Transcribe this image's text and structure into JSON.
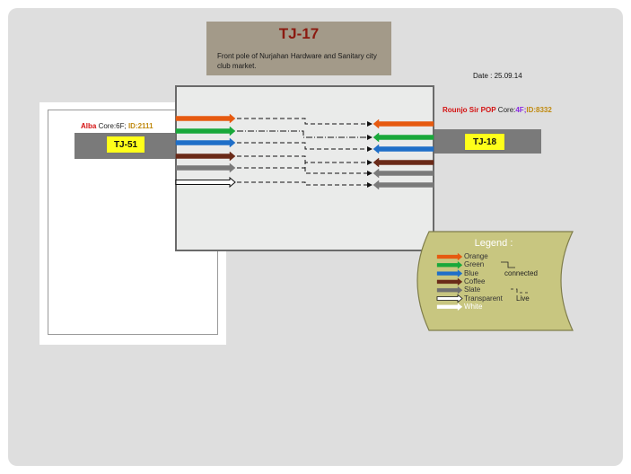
{
  "title": "TJ-17",
  "location": "Front pole of Nurjahan Hardware and Sanitary city club market.",
  "date_text": "Date : 25.09.14",
  "left_joint": {
    "tag": "TJ-51",
    "name": "Alba",
    "core": "Core:6F;",
    "id": "ID:2111",
    "name_color": "#d41010",
    "id_color": "#c08a10"
  },
  "right_joint": {
    "tag": "TJ-18",
    "name": "Rounjo Sir POP",
    "core": "Core:",
    "core_count": "4F;",
    "id": "ID:8332",
    "name_color": "#d41010",
    "core_color": "#8a2be2",
    "id_color": "#c08a10"
  },
  "legend": {
    "title": "Legend :",
    "items": [
      {
        "label": "Orange",
        "color": "#e65a10"
      },
      {
        "label": "Green",
        "color": "#19a83a"
      },
      {
        "label": "Blue",
        "color": "#1f6fc8"
      },
      {
        "label": "Coffee",
        "color": "#6a2a18"
      },
      {
        "label": "Slate",
        "color": "#707070"
      },
      {
        "label": "Transparent",
        "color": "#ffffff"
      },
      {
        "label": "White",
        "color": "#ffffff"
      }
    ],
    "connected_label": "connected",
    "live_label": "Live"
  },
  "left_cores": [
    {
      "color": "#e65a10",
      "outline": false
    },
    {
      "color": "#19a83a",
      "outline": false
    },
    {
      "color": "#1f6fc8",
      "outline": false
    },
    {
      "color": "#6a2a18",
      "outline": false
    },
    {
      "color": "#7a7a7a",
      "outline": false
    },
    {
      "color": "#ffffff",
      "outline": true
    }
  ],
  "right_cores": [
    {
      "color": "#e65a10",
      "outline": false
    },
    {
      "color": "#19a83a",
      "outline": false
    },
    {
      "color": "#1f6fc8",
      "outline": false
    },
    {
      "color": "#6a2a18",
      "outline": false
    },
    {
      "color": "#7a7a7a",
      "outline": false
    },
    {
      "color": "#7a7a7a",
      "outline": false
    }
  ],
  "connections": [
    {
      "from": 0,
      "to": 0,
      "style": "connected"
    },
    {
      "from": 1,
      "to": 1,
      "style": "live"
    },
    {
      "from": 2,
      "to": 2,
      "style": "connected"
    },
    {
      "from": 3,
      "to": 4,
      "style": "connected"
    },
    {
      "from": 4,
      "to": 3,
      "style": "connected"
    },
    {
      "from": 5,
      "to": 5,
      "style": "connected"
    }
  ]
}
